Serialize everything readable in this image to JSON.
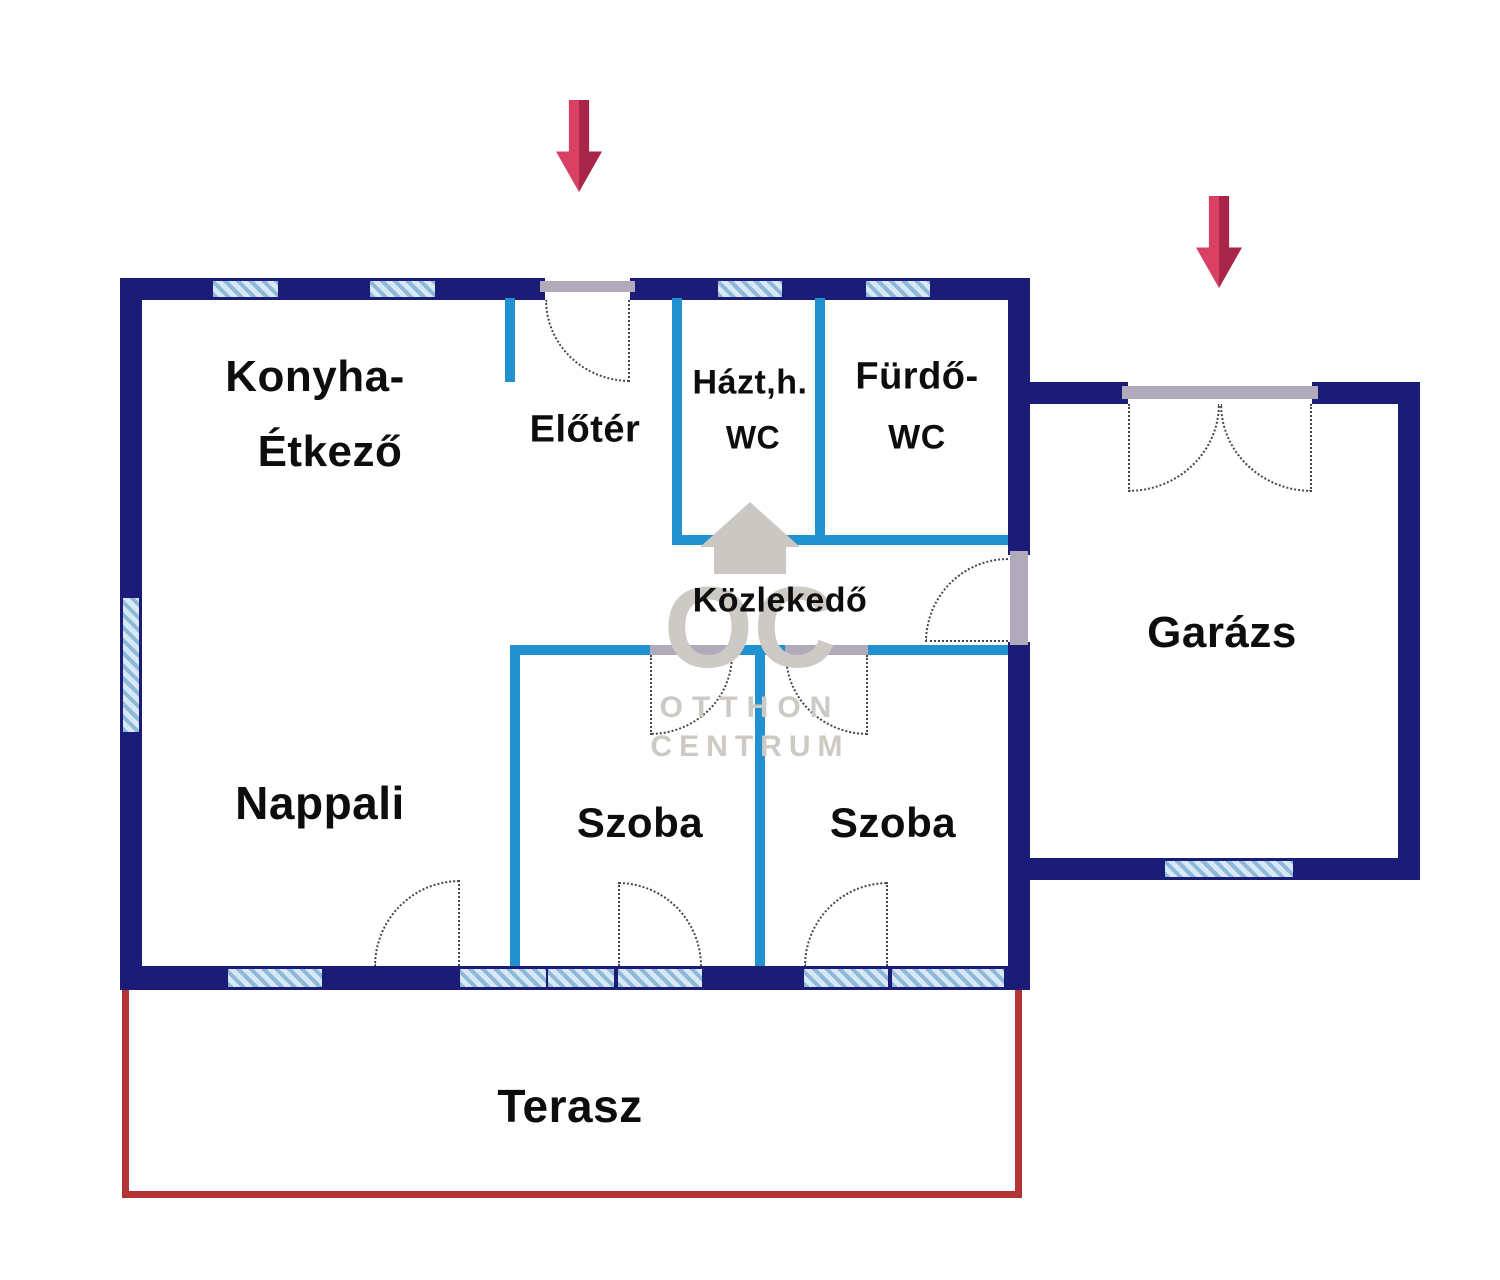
{
  "plan": {
    "rooms": {
      "kitchen": {
        "line1": "Konyha-",
        "line2": "Étkező"
      },
      "foyer": {
        "label": "Előtér"
      },
      "utility_wc": {
        "line1": "Házt,h.",
        "line2": "WC"
      },
      "bathroom_wc": {
        "line1": "Fürdő-",
        "line2": "WC"
      },
      "hallway": {
        "label": "Közlekedő"
      },
      "garage": {
        "label": "Garázs"
      },
      "living_room": {
        "label": "Nappali"
      },
      "bedroom1": {
        "label": "Szoba"
      },
      "bedroom2": {
        "label": "Szoba"
      },
      "terrace": {
        "label": "Terasz"
      }
    }
  },
  "watermark": {
    "monogram": "OC",
    "brand_line1": "OTTHON",
    "brand_line2": "CENTRUM"
  },
  "colors": {
    "outer_wall": "#1b1b78",
    "partition_wall": "#2191cf",
    "window_fill": "#d8e8f4",
    "window_stripe": "#8fb9d9",
    "terrace_outline": "#b23434",
    "entrance_arrow": "#c93056",
    "door_lintel": "#b1aaba",
    "watermark_gray": "#cdc9c5",
    "door_arc": "#474747"
  }
}
